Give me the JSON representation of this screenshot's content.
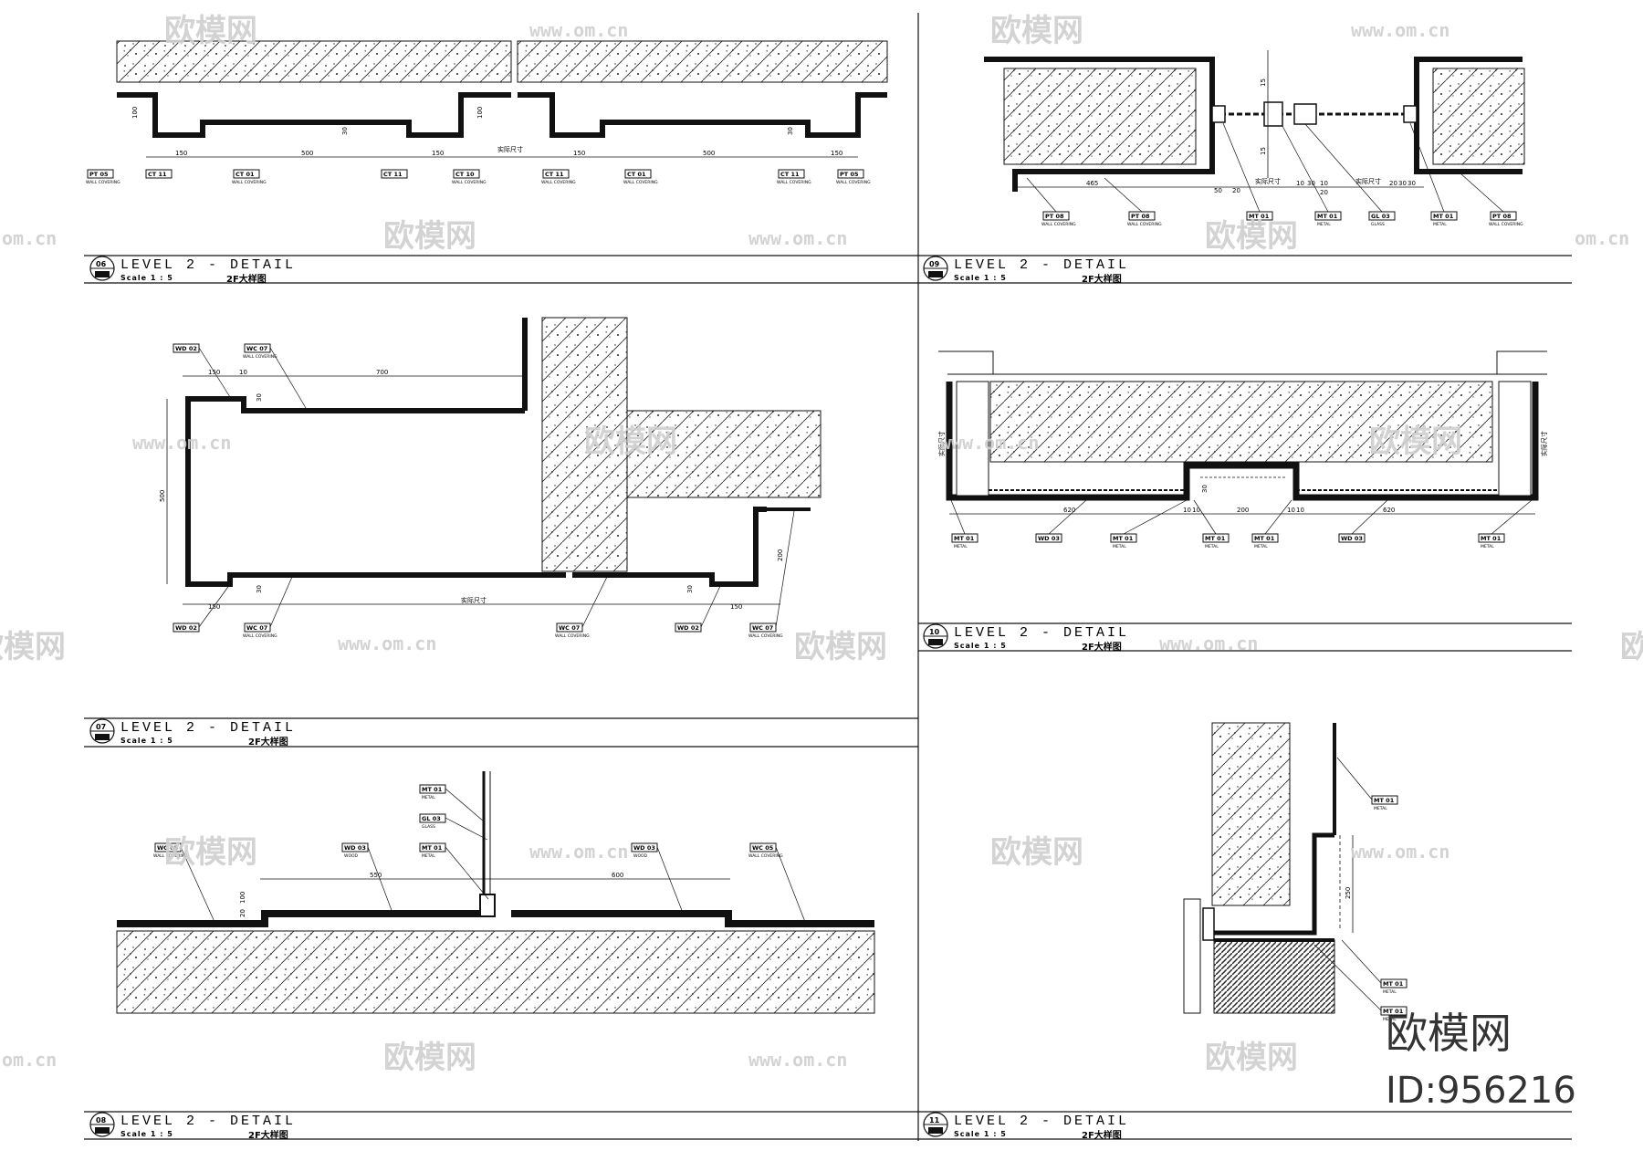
{
  "panels": [
    {
      "id": "06",
      "title": "LEVEL 2 - DETAIL",
      "scale": "Scale 1 : 5",
      "cn_title": "2F大样图"
    },
    {
      "id": "09",
      "title": "LEVEL 2 - DETAIL",
      "scale": "Scale 1 : 5",
      "cn_title": "2F大样图"
    },
    {
      "id": "07",
      "title": "LEVEL 2 - DETAIL",
      "scale": "Scale 1 : 5",
      "cn_title": "2F大样图"
    },
    {
      "id": "10",
      "title": "LEVEL 2 - DETAIL",
      "scale": "Scale 1 : 5",
      "cn_title": "2F大样图"
    },
    {
      "id": "08",
      "title": "LEVEL 2 - DETAIL",
      "scale": "Scale 1 : 5",
      "cn_title": "2F大样图"
    },
    {
      "id": "11",
      "title": "LEVEL 2 - DETAIL",
      "scale": "Scale 1 : 5",
      "cn_title": "2F大样图"
    }
  ],
  "detail06": {
    "dims": [
      "100",
      "150",
      "500",
      "30",
      "150",
      "100",
      "实际尺寸",
      "150",
      "500",
      "30",
      "150"
    ],
    "tags": [
      {
        "code": "PT 05",
        "sub": "WALL COVERING"
      },
      {
        "code": "CT 11",
        "sub": ""
      },
      {
        "code": "CT 01",
        "sub": "WALL COVERING"
      },
      {
        "code": "CT 11",
        "sub": ""
      },
      {
        "code": "CT 10",
        "sub": "WALL COVERING"
      },
      {
        "code": "CT 11",
        "sub": "WALL COVERING"
      },
      {
        "code": "CT 01",
        "sub": "WALL COVERING"
      },
      {
        "code": "CT 11",
        "sub": "WALL COVERING"
      },
      {
        "code": "PT 05",
        "sub": "WALL COVERING"
      }
    ]
  },
  "detail09": {
    "dims": [
      "465",
      "50",
      "20",
      "实际尺寸",
      "10",
      "30",
      "10",
      "20",
      "实际尺寸",
      "20",
      "30",
      "30",
      "15",
      "15"
    ],
    "tags": [
      {
        "code": "PT 08",
        "sub": "WALL COVERING"
      },
      {
        "code": "PT 08",
        "sub": "WALL COVERING"
      },
      {
        "code": "MT 01",
        "sub": "METAL"
      },
      {
        "code": "MT 01",
        "sub": "METAL"
      },
      {
        "code": "GL 03",
        "sub": "GLASS"
      },
      {
        "code": "MT 01",
        "sub": "METAL"
      },
      {
        "code": "PT 08",
        "sub": "WALL COVERING"
      }
    ]
  },
  "detail07": {
    "dims": [
      "150",
      "10",
      "700",
      "30",
      "500",
      "150",
      "30",
      "实际尺寸",
      "30",
      "150",
      "200"
    ],
    "tags_top": [
      {
        "code": "WD 02",
        "sub": ""
      },
      {
        "code": "WC 07",
        "sub": "WALL COVERING"
      }
    ],
    "tags_bottom": [
      {
        "code": "WD 02",
        "sub": ""
      },
      {
        "code": "WC 07",
        "sub": "WALL COVERING"
      },
      {
        "code": "WC 07",
        "sub": "WALL COVERING"
      },
      {
        "code": "WD 02",
        "sub": ""
      },
      {
        "code": "WC 07",
        "sub": "WALL COVERING"
      }
    ]
  },
  "detail10": {
    "dims": [
      "620",
      "10",
      "10",
      "200",
      "10",
      "10",
      "620",
      "实际尺寸",
      "实际尺寸",
      "30"
    ],
    "tags": [
      {
        "code": "MT 01",
        "sub": "METAL"
      },
      {
        "code": "WD 03",
        "sub": ""
      },
      {
        "code": "MT 01",
        "sub": "METAL"
      },
      {
        "code": "MT 01",
        "sub": "METAL"
      },
      {
        "code": "MT 01",
        "sub": "METAL"
      },
      {
        "code": "WD 03",
        "sub": ""
      },
      {
        "code": "MT 01",
        "sub": "METAL"
      }
    ]
  },
  "detail08": {
    "dims": [
      "550",
      "600",
      "20",
      "100"
    ],
    "tags": [
      {
        "code": "WC 05",
        "sub": "WALL COVERING"
      },
      {
        "code": "WD 03",
        "sub": "WOOD"
      },
      {
        "code": "MT 01",
        "sub": "METAL"
      },
      {
        "code": "GL 03",
        "sub": "GLASS"
      },
      {
        "code": "MT 01",
        "sub": "METAL"
      },
      {
        "code": "WD 03",
        "sub": "WOOD"
      },
      {
        "code": "WC 05",
        "sub": "WALL COVERING"
      }
    ]
  },
  "detail11": {
    "dims": [
      "250"
    ],
    "tags": [
      {
        "code": "MT 01",
        "sub": "METAL"
      },
      {
        "code": "MT 01",
        "sub": "METAL"
      },
      {
        "code": "MT 01",
        "sub": "METAL"
      }
    ]
  },
  "watermark": {
    "cn": "欧模网",
    "en": "www.om.cn",
    "en_short": "om.cn"
  },
  "brand": {
    "name": "欧模网",
    "id": "ID:956216"
  },
  "colors": {
    "ink": "#111111",
    "watermark": "#cfcfcf",
    "hatch": "#222222"
  }
}
